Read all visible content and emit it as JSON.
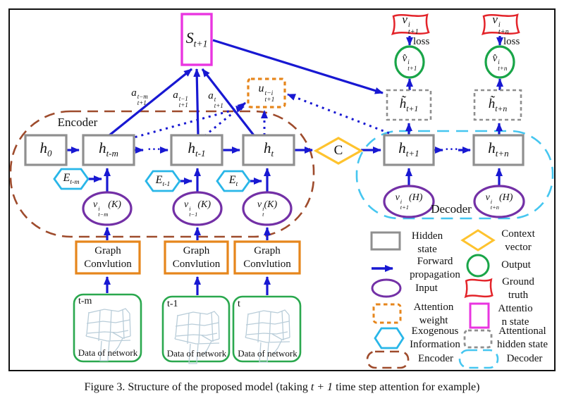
{
  "colors": {
    "arrow_blue": "#1818d2",
    "hidden_gray": "#8f8f8f",
    "attention_magenta": "#e935e0",
    "ground_truth_red": "#e3242a",
    "output_green": "#19a548",
    "data_green": "#2aa84e",
    "input_purple": "#7330a6",
    "weight_orange": "#e6861c",
    "exogenous_cyan": "#29b6e8",
    "decoder_cyan": "#45c6f0",
    "encoder_brown": "#9e4b2c",
    "context_yellow": "#fec32e",
    "network_sketch": "#b9cdd9"
  },
  "texts": {
    "encoder": "Encoder",
    "decoder": "Decoder",
    "loss": "loss",
    "dots": "···",
    "graph_conv": "Graph\nConvlution",
    "data_net": "Data of network",
    "tm": "t-m",
    "t1": "t-1",
    "t": "t"
  },
  "nodes": {
    "s": {
      "base": "S",
      "sub": "t+1"
    },
    "gt1": {
      "base": "v",
      "sup": "i",
      "sub": "t+1"
    },
    "gtn": {
      "base": "v",
      "sup": "i",
      "sub": "t+n"
    },
    "out1": {
      "base": "v̂",
      "sup": "i",
      "sub": "t+1"
    },
    "outn": {
      "base": "v̂",
      "sup": "i",
      "sub": "t+n"
    },
    "htilde1": {
      "base": "h̃",
      "sub": "t+1"
    },
    "htilden": {
      "base": "h̃",
      "sub": "t+n"
    },
    "u": {
      "base": "u",
      "sup": "t−i",
      "sub": "t+1"
    },
    "a_tm": {
      "base": "a",
      "sup": "t−m",
      "sub": "t+1"
    },
    "a_t1": {
      "base": "a",
      "sup": "t−1",
      "sub": "t+1"
    },
    "a_t": {
      "base": "a",
      "sup": "t",
      "sub": "t+1"
    },
    "h0": {
      "base": "h",
      "sub": "0"
    },
    "h_tm": {
      "base": "h",
      "sub": "t-m"
    },
    "h_t1": {
      "base": "h",
      "sub": "t-1"
    },
    "h_t": {
      "base": "h",
      "sub": "t"
    },
    "c": {
      "label": "C"
    },
    "h_tp1": {
      "base": "h",
      "sub": "t+1"
    },
    "h_tpn": {
      "base": "h",
      "sub": "t+n"
    },
    "e_tm": {
      "base": "E",
      "sub": "t-m"
    },
    "e_t1": {
      "base": "E",
      "sub": "t-1"
    },
    "e_t": {
      "base": "E",
      "sub": "t"
    },
    "v_tm": {
      "base": "v",
      "sup": "i",
      "sub": "t−m",
      "suffix": "(K)"
    },
    "v_t1": {
      "base": "v",
      "sup": "i",
      "sub": "t−1",
      "suffix": "(K)"
    },
    "v_t": {
      "base": "v",
      "sup": "i",
      "sub": "t",
      "suffix": "(K)"
    },
    "v_tp1": {
      "base": "v",
      "sup": "i",
      "sub": "t+1",
      "suffix": "(H)"
    },
    "v_tpn": {
      "base": "v",
      "sup": "i",
      "sub": "t+n",
      "suffix": "(H)"
    }
  },
  "legend": [
    {
      "id": "hidden-state",
      "label": "Hidden\nstate"
    },
    {
      "id": "forward-propagation",
      "label": "Forward\npropagation"
    },
    {
      "id": "input",
      "label": "Input"
    },
    {
      "id": "attention-weight",
      "label": "Attention\nweight"
    },
    {
      "id": "exogenous-information",
      "label": "Exogenous\nInformation"
    },
    {
      "id": "encoder",
      "label": "Encoder"
    },
    {
      "id": "context-vector",
      "label": "Context\nvector"
    },
    {
      "id": "output",
      "label": "Output"
    },
    {
      "id": "ground-truth",
      "label": "Ground\ntruth"
    },
    {
      "id": "attention-state",
      "label": "Attentio\nn state"
    },
    {
      "id": "attentional-hidden-state",
      "label": "Attentional\nhidden state"
    },
    {
      "id": "decoder",
      "label": "Decoder"
    }
  ],
  "caption": {
    "prefix": "Figure 3. Structure of the proposed model (taking  ",
    "math": "t + 1",
    "suffix": "  time step attention for example)"
  }
}
